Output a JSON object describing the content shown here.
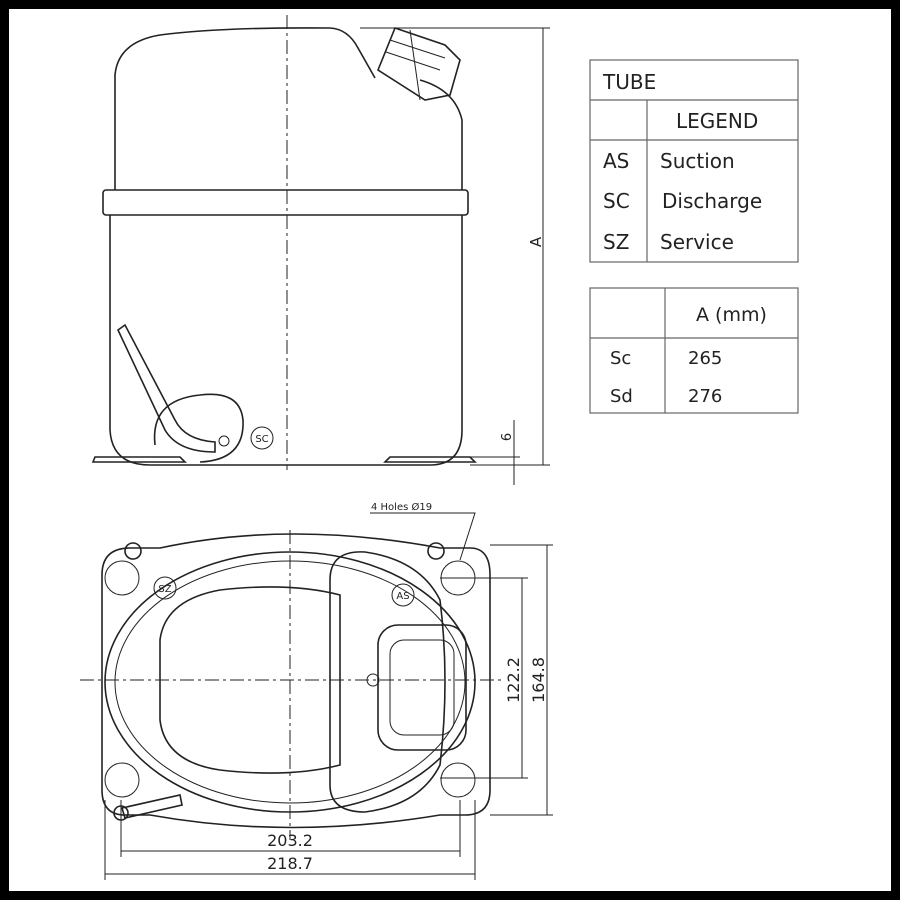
{
  "drawing": {
    "front_view": {
      "dimension_height_label": "A",
      "dimension_foot_label": "6",
      "tube_label": "SC"
    },
    "bottom_view": {
      "holes_note": "4 Holes Ø19",
      "tube_labels": [
        "SZ",
        "AS"
      ],
      "dim_inner_height": "122.2",
      "dim_outer_height": "164.8",
      "dim_inner_width": "203.2",
      "dim_outer_width": "218.7"
    }
  },
  "tube_legend": {
    "title": "TUBE",
    "header": "LEGEND",
    "rows": [
      {
        "code": "AS",
        "name": "Suction"
      },
      {
        "code": "SC",
        "name": "Discharge"
      },
      {
        "code": "SZ",
        "name": "Service"
      }
    ]
  },
  "dimension_table": {
    "header": "A (mm)",
    "rows": [
      {
        "model": "Sc",
        "value": "265"
      },
      {
        "model": "Sd",
        "value": "276"
      }
    ]
  }
}
